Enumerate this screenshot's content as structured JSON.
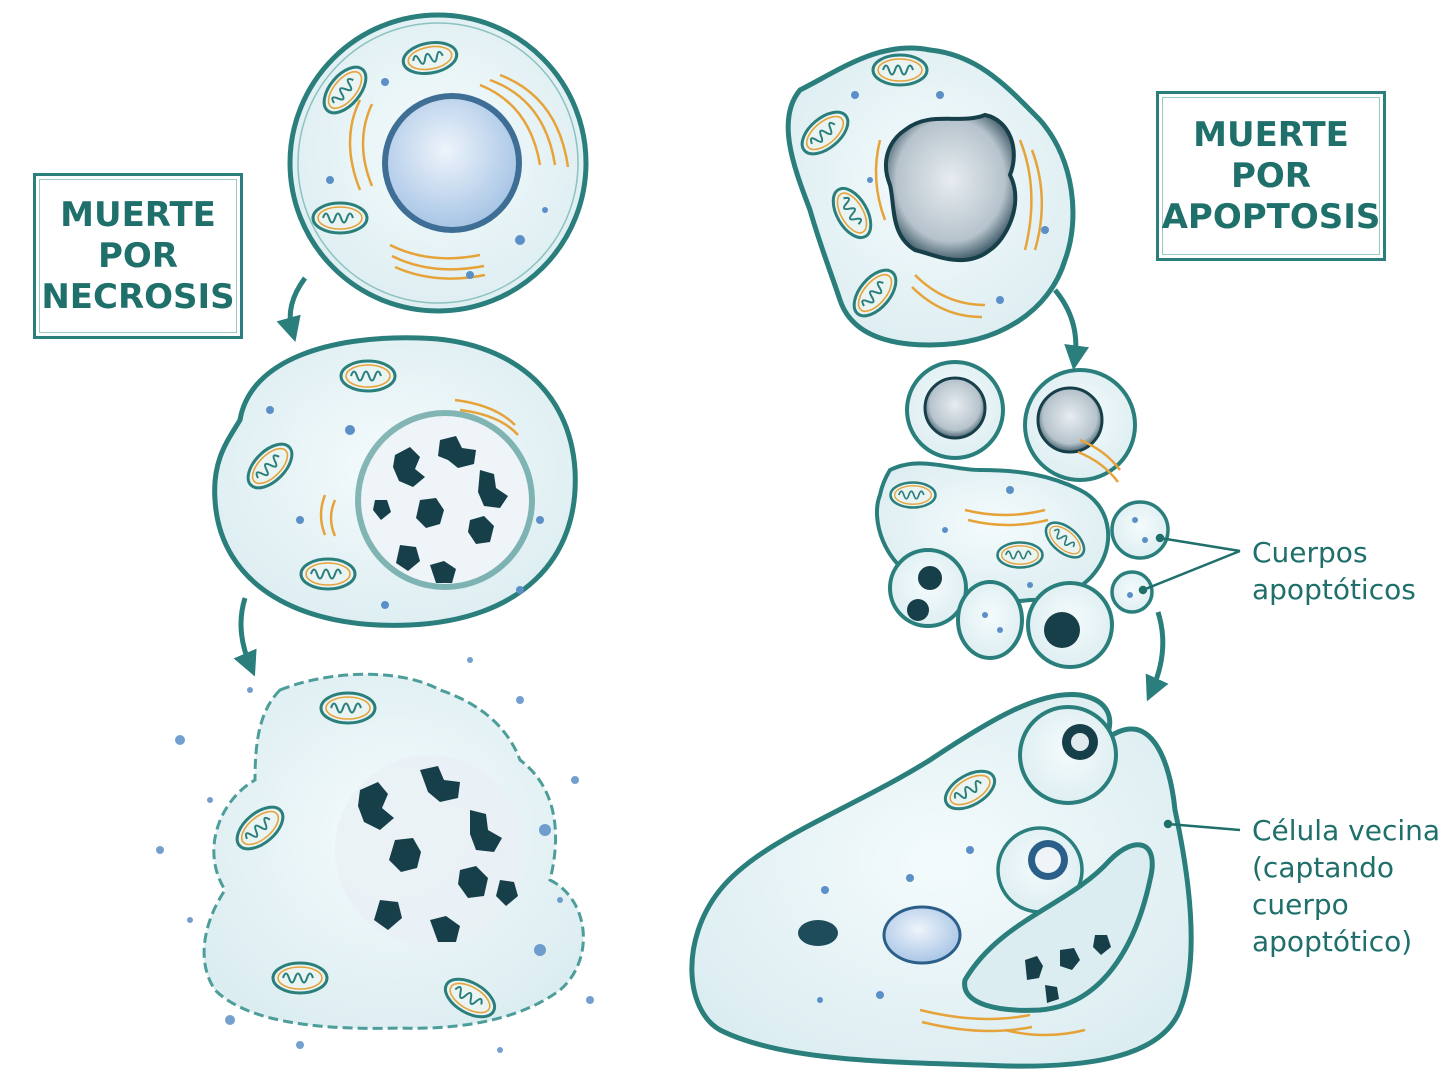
{
  "labels": {
    "necrosis": [
      "MUERTE",
      "POR",
      "NECROSIS"
    ],
    "apoptosis": [
      "MUERTE",
      "POR",
      "APOPTOSIS"
    ]
  },
  "callouts": {
    "cuerpos": [
      "Cuerpos",
      "apoptóticos"
    ],
    "celula_vecina": [
      "Célula vecina",
      "(captando",
      "cuerpo",
      "apoptótico)"
    ]
  },
  "colors": {
    "teal_dark": "#2a7f7c",
    "teal_text": "#1f6f6b",
    "cytoplasm": "#eaf5f7",
    "nucleus_blue": "#c9dcf2",
    "chromatin": "#173f4a",
    "organelle_orange": "#e6a33a",
    "vesicle_blue": "#5b8fc7"
  }
}
